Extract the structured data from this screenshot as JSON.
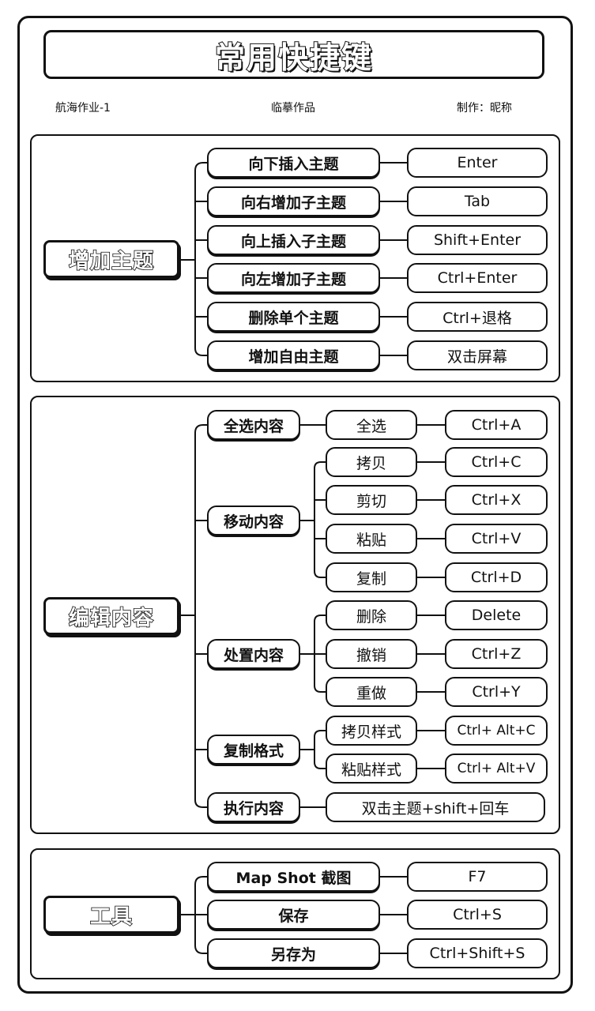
{
  "title": "常用快捷键",
  "header": {
    "left": "航海作业-1",
    "center": "临摹作品",
    "right": "制作：昵称"
  },
  "sections": [
    {
      "root": "增加主题",
      "items": [
        {
          "label": "向下插入主题",
          "key": "Enter"
        },
        {
          "label": "向右增加子主题",
          "key": "Tab"
        },
        {
          "label": "向上插入子主题",
          "key": "Shift+Enter"
        },
        {
          "label": "向左增加子主题",
          "key": "Ctrl+Enter"
        },
        {
          "label": "删除单个主题",
          "key": "Ctrl+退格"
        },
        {
          "label": "增加自由主题",
          "key": "双击屏幕"
        }
      ]
    },
    {
      "root": "编辑内容",
      "groups": [
        {
          "label": "全选内容",
          "children": [
            {
              "label": "全选",
              "key": "Ctrl+A"
            }
          ]
        },
        {
          "label": "移动内容",
          "children": [
            {
              "label": "拷贝",
              "key": "Ctrl+C"
            },
            {
              "label": "剪切",
              "key": "Ctrl+X"
            },
            {
              "label": "粘贴",
              "key": "Ctrl+V"
            },
            {
              "label": "复制",
              "key": "Ctrl+D"
            }
          ]
        },
        {
          "label": "处置内容",
          "children": [
            {
              "label": "删除",
              "key": "Delete"
            },
            {
              "label": "撤销",
              "key": "Ctrl+Z"
            },
            {
              "label": "重做",
              "key": "Ctrl+Y"
            }
          ]
        },
        {
          "label": "复制格式",
          "children": [
            {
              "label": "拷贝样式",
              "key": "Ctrl+ Alt+C"
            },
            {
              "label": "粘贴样式",
              "key": "Ctrl+ Alt+V"
            }
          ]
        },
        {
          "label": "执行内容",
          "value": "双击主题+shift+回车"
        }
      ]
    },
    {
      "root": "工具",
      "items": [
        {
          "label": "Map Shot 截图",
          "key": "F7"
        },
        {
          "label": "保存",
          "key": "Ctrl+S"
        },
        {
          "label": "另存为",
          "key": "Ctrl+Shift+S"
        }
      ]
    }
  ]
}
